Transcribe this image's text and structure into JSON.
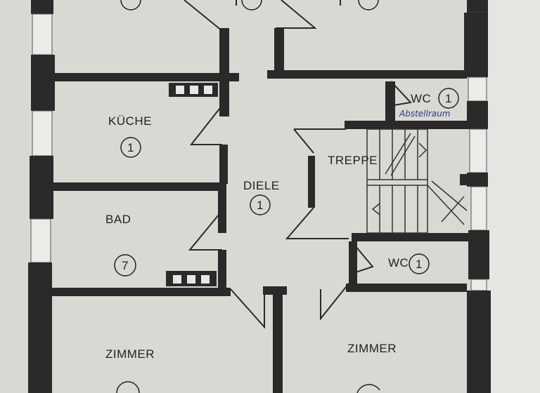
{
  "rooms": {
    "kueche": {
      "label": "KÜCHE",
      "number": "1"
    },
    "bad": {
      "label": "BAD",
      "number": "7"
    },
    "diele": {
      "label": "DIELE",
      "number": "1"
    },
    "treppe": {
      "label": "TREPPE"
    },
    "wc_upper": {
      "label": "WC",
      "number": "1",
      "note": "Abstellraum"
    },
    "wc_lower": {
      "label": "WC",
      "number": "1"
    },
    "zimmer_left": {
      "label": "ZIMMER"
    },
    "zimmer_right": {
      "label": "ZIMMER"
    }
  },
  "colors": {
    "paper": "#d9d7d2",
    "wall": "#2a2a2a",
    "ink_handwriting": "#2b3a8c"
  }
}
